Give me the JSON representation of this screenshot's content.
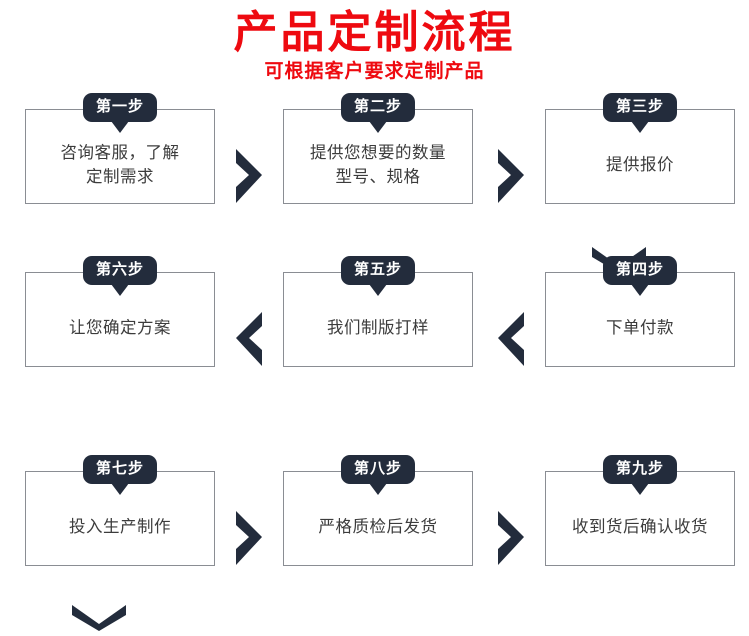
{
  "header": {
    "title": "产品定制流程",
    "subtitle": "可根据客户要求定制产品",
    "title_color": "#ee0a10"
  },
  "theme": {
    "badge_bg": "#232c3c",
    "badge_text": "#ffffff",
    "box_border": "#8a8d93",
    "box_text": "#3c3c3c",
    "arrow_color": "#232c3c",
    "page_bg": "#ffffff"
  },
  "rows": [
    {
      "id": "row-1",
      "direction": "left-to-right",
      "steps": [
        {
          "badge": "第一步",
          "text": "咨询客服，了解\n定制需求"
        },
        {
          "badge": "第二步",
          "text": "提供您想要的数量\n型号、规格"
        },
        {
          "badge": "第三步",
          "text": "提供报价"
        }
      ],
      "connectors": [
        "chevron-right-icon",
        "chevron-right-icon"
      ]
    },
    {
      "id": "row-2",
      "direction": "right-to-left",
      "steps": [
        {
          "badge": "第六步",
          "text": "让您确定方案"
        },
        {
          "badge": "第五步",
          "text": "我们制版打样"
        },
        {
          "badge": "第四步",
          "text": "下单付款"
        }
      ],
      "connectors": [
        "chevron-left-icon",
        "chevron-left-icon"
      ]
    },
    {
      "id": "row-3",
      "direction": "left-to-right",
      "steps": [
        {
          "badge": "第七步",
          "text": "投入生产制作"
        },
        {
          "badge": "第八步",
          "text": "严格质检后发货"
        },
        {
          "badge": "第九步",
          "text": "收到货后确认收货"
        }
      ],
      "connectors": [
        "chevron-right-icon",
        "chevron-right-icon"
      ]
    }
  ],
  "row_connectors": [
    {
      "name": "chevron-down-icon",
      "position": "right",
      "between": "row-1-to-row-2"
    },
    {
      "name": "chevron-down-icon",
      "position": "left",
      "between": "row-2-to-row-3"
    }
  ]
}
